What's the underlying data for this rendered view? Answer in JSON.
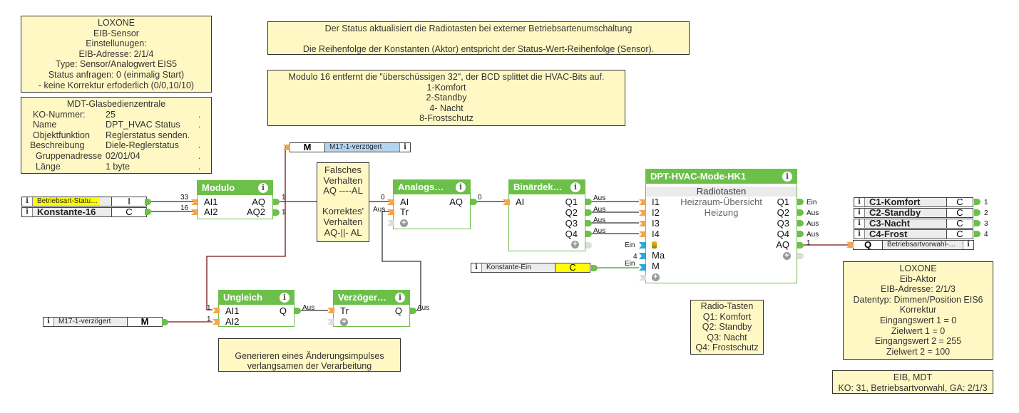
{
  "notes": {
    "loxone_sensor": [
      "LOXONE",
      "EIB-Sensor",
      "Einstellunugen:",
      "EIB-Adresse: 2/1/4",
      "Type: Sensor/Analogwert EIS5",
      "Status anfragen: 0 (einmalig Start)",
      "- keine Korrektur erfoderlich (0/0,10/10)"
    ],
    "mdt": {
      "title": "MDT-Glasbedienzentrale",
      "rows": [
        {
          "k": "KO-Nummer:",
          "v": "25",
          "d": "."
        },
        {
          "k": "Name",
          "v": "DPT_HVAC Status",
          "d": "."
        },
        {
          "k": "Objektfunktion",
          "v": "Reglerstatus senden.",
          "d": ""
        },
        {
          "k": "Beschreibung",
          "v": "Diele-Reglerstatus",
          "d": "."
        },
        {
          "k": "Gruppenadresse",
          "v": "02/01/04",
          "d": "."
        },
        {
          "k": "Länge",
          "v": "1 byte",
          "d": "."
        }
      ]
    },
    "status_note": [
      "Der Status aktualisiert die Radiotasten bei externer Betriebsartenumschaltung",
      "",
      "Die Reihenfolge der Konstanten (Aktor) entspricht der Status-Wert-Reihenfolge (Sensor)."
    ],
    "modulo_note": [
      "Modulo 16 entfernt die \"überschüssigen 32\", der BCD splittet die HVAC-Bits auf.",
      "1-Komfort",
      "2-Standby",
      "4- Nacht",
      "8-Frostschutz"
    ],
    "falsch_note": [
      "Falsches",
      "Verhalten",
      "AQ ----AL",
      "",
      "Korrektes'",
      "Verhalten",
      "AQ-||- AL"
    ],
    "impuls_note": [
      "",
      "Generieren eines Änderungsimpulses",
      "verlangsamen der Verarbeitung"
    ],
    "radio_note": [
      "Radio-Tasten",
      "Q1: Komfort",
      "Q2: Standby",
      "Q3: Nacht",
      "Q4: Frostschutz"
    ],
    "aktor_note": [
      "LOXONE",
      "Eib-Aktor",
      "EIB-Adresse: 2/1/3",
      "Datentyp: Dimmen/Position EIS6",
      "Korrektur",
      "Eingangswert 1 = 0",
      "Zielwert 1 = 0",
      "Eingangswert 2 = 255",
      "Zielwert 2 = 100"
    ],
    "eib_note": [
      "EIB, MDT",
      "KO: 31, Betriebsartvorwahl, GA: 2/1/3"
    ]
  },
  "connectors": {
    "betriebsart": {
      "name": "Betriebsart-Statu…",
      "type": "I"
    },
    "konstante16": {
      "name": "Konstante-16",
      "type": "C"
    },
    "m17_top": {
      "name": "M17-1-verzögert",
      "type": "M"
    },
    "m17_bottom": {
      "name": "M17-1-verzögert",
      "type": "M"
    },
    "konstante_ein": {
      "name": "Konstante-Ein",
      "type": "C"
    },
    "c1": {
      "name": "C1-Komfort",
      "type": "C",
      "value": "1"
    },
    "c2": {
      "name": "C2-Standby",
      "type": "C",
      "value": "2"
    },
    "c3": {
      "name": "C3-Nacht",
      "type": "C",
      "value": "3"
    },
    "c4": {
      "name": "C4-Frost",
      "type": "C",
      "value": "4"
    },
    "betriebsartvorwahl": {
      "name": "Betriebsartvorwahl-…",
      "type": "Q"
    }
  },
  "blocks": {
    "modulo": {
      "title": "Modulo",
      "inputs": [
        "AI1",
        "AI2"
      ],
      "outputs": [
        "AQ",
        "AQ2"
      ],
      "in_values": [
        "33",
        "16"
      ],
      "out_values": [
        "1",
        "1"
      ]
    },
    "analog": {
      "title": "Analogs…",
      "inputs": [
        "AI",
        "Tr"
      ],
      "outputs": [
        "AQ"
      ],
      "in_values": [
        "0",
        "Aus"
      ],
      "out_values": [
        "0"
      ]
    },
    "binaer": {
      "title": "Binärdek…",
      "inputs": [
        "AI"
      ],
      "outputs": [
        "Q1",
        "Q2",
        "Q3",
        "Q4"
      ],
      "out_values": [
        "Aus",
        "Aus",
        "Aus",
        "Aus"
      ]
    },
    "hvac": {
      "title": "DPT-HVAC-Mode-HK1",
      "subtitle": "Radiotasten",
      "room": "Heizraum-Übersicht",
      "category": "Heizung",
      "inputs": [
        "I1",
        "I2",
        "I3",
        "I4",
        "",
        "Ma",
        "M"
      ],
      "outputs": [
        "Q1",
        "Q2",
        "Q3",
        "Q4",
        "AQ"
      ],
      "in_values": [
        "Ein",
        "4",
        "Ein"
      ],
      "out_values": [
        "Ein",
        "Aus",
        "Aus",
        "Aus",
        "1"
      ]
    },
    "ungleich": {
      "title": "Ungleich",
      "inputs": [
        "AI1",
        "AI2"
      ],
      "outputs": [
        "Q"
      ],
      "in_values": [
        "1",
        "1"
      ],
      "out_values": [
        "Aus"
      ]
    },
    "verzoeger": {
      "title": "Verzöger…",
      "inputs": [
        "Tr"
      ],
      "outputs": [
        "Q"
      ],
      "out_values": [
        "Aus"
      ]
    }
  },
  "icons": {
    "info": "i",
    "plus": "+"
  }
}
